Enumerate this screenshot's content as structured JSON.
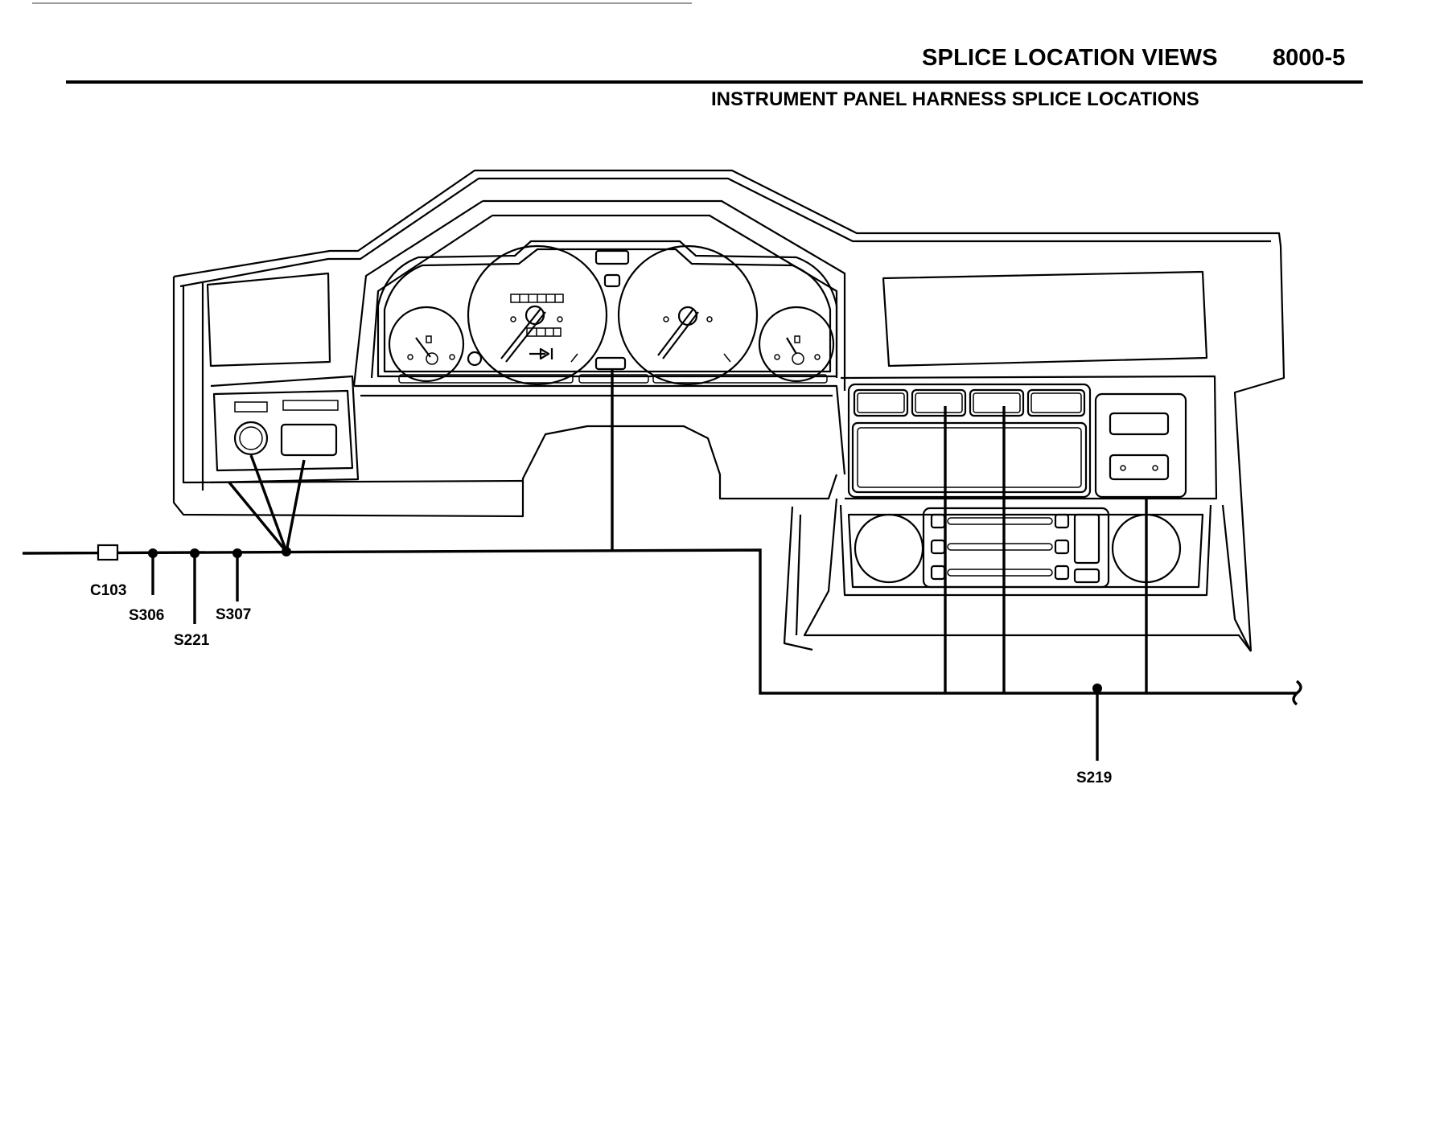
{
  "header": {
    "section_title": "SPLICE LOCATION VIEWS",
    "page_number": "8000-5"
  },
  "subtitle": "INSTRUMENT PANEL HARNESS SPLICE LOCATIONS",
  "labels": {
    "c103": "C103",
    "s306": "S306",
    "s221": "S221",
    "s307": "S307",
    "s219": "S219"
  }
}
